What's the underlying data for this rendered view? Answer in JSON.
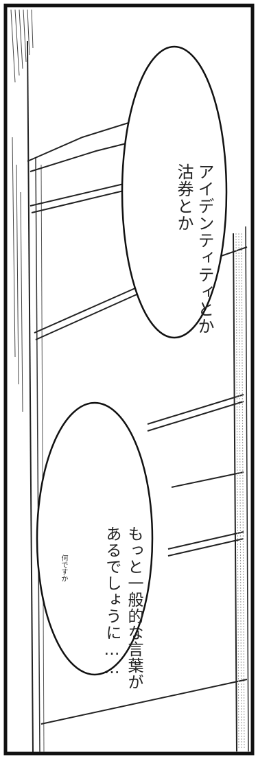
{
  "panel": {
    "bubble1": {
      "lines": [
        "アイデンティティとか",
        "沽券とか"
      ]
    },
    "bubble2": {
      "lines": [
        "もっと一般的な言葉が",
        "あるでしょうに……"
      ]
    },
    "aside": {
      "text": "何ですか"
    }
  },
  "colors": {
    "ink": "#222222",
    "paper": "#ffffff",
    "screentone": "#9a9a9a"
  }
}
